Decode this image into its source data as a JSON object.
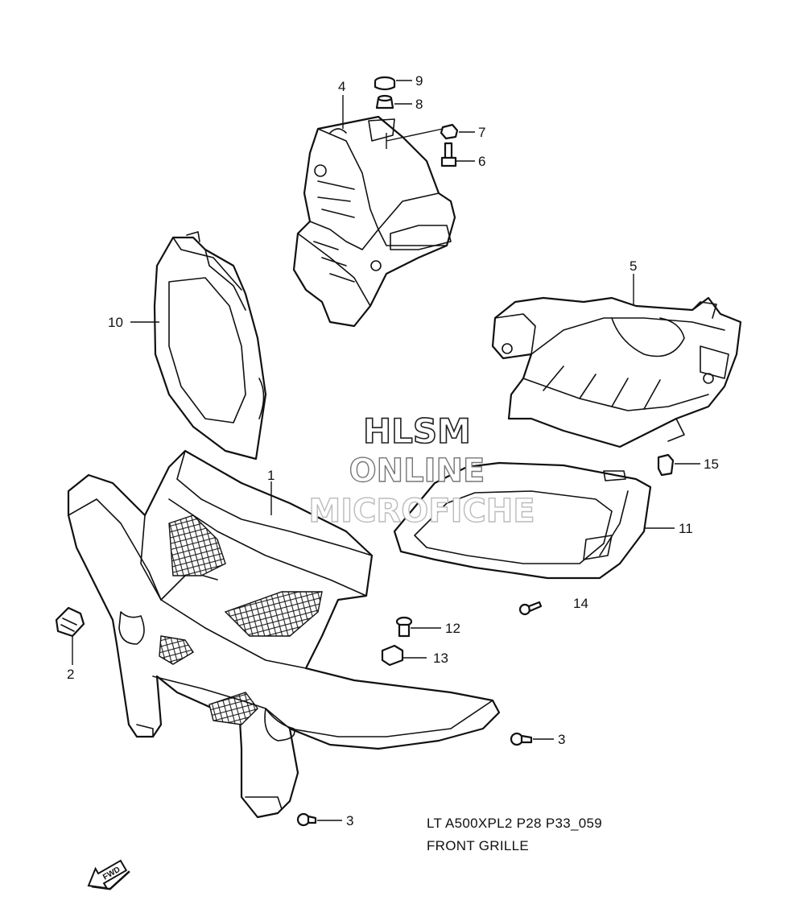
{
  "watermark": {
    "line1": "HLSM",
    "line2": "ONLINE",
    "line3": "MICROFICHE"
  },
  "caption": {
    "code": "LT A500XPL2 P28 P33_059",
    "title": "FRONT GRILLE"
  },
  "fwd_arrow_text": "FWD",
  "callouts": {
    "c1": "1",
    "c2": "2",
    "c3a": "3",
    "c3b": "3",
    "c4": "4",
    "c5": "5",
    "c6": "6",
    "c7": "7",
    "c8": "8",
    "c9": "9",
    "c10": "10",
    "c11": "11",
    "c12": "12",
    "c13": "13",
    "c14": "14",
    "c15": "15"
  }
}
